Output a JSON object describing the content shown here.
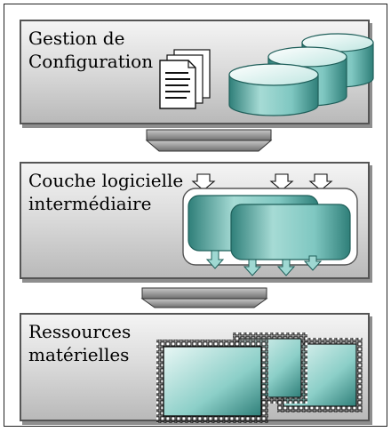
{
  "layers": [
    {
      "label": "Gestion de\nConfiguration"
    },
    {
      "label": "Couche logicielle\nintermédiaire"
    },
    {
      "label": "Ressources\nmatérielles"
    }
  ],
  "colors": {
    "cylinder_top": "#e9f7f5",
    "cylinder_body": "#7fc7c1",
    "cylinder_dark": "#2f7f79",
    "panel_light": "#f4f4f4",
    "panel_dark": "#b9b9b9",
    "connector": "#8a8a8a"
  }
}
